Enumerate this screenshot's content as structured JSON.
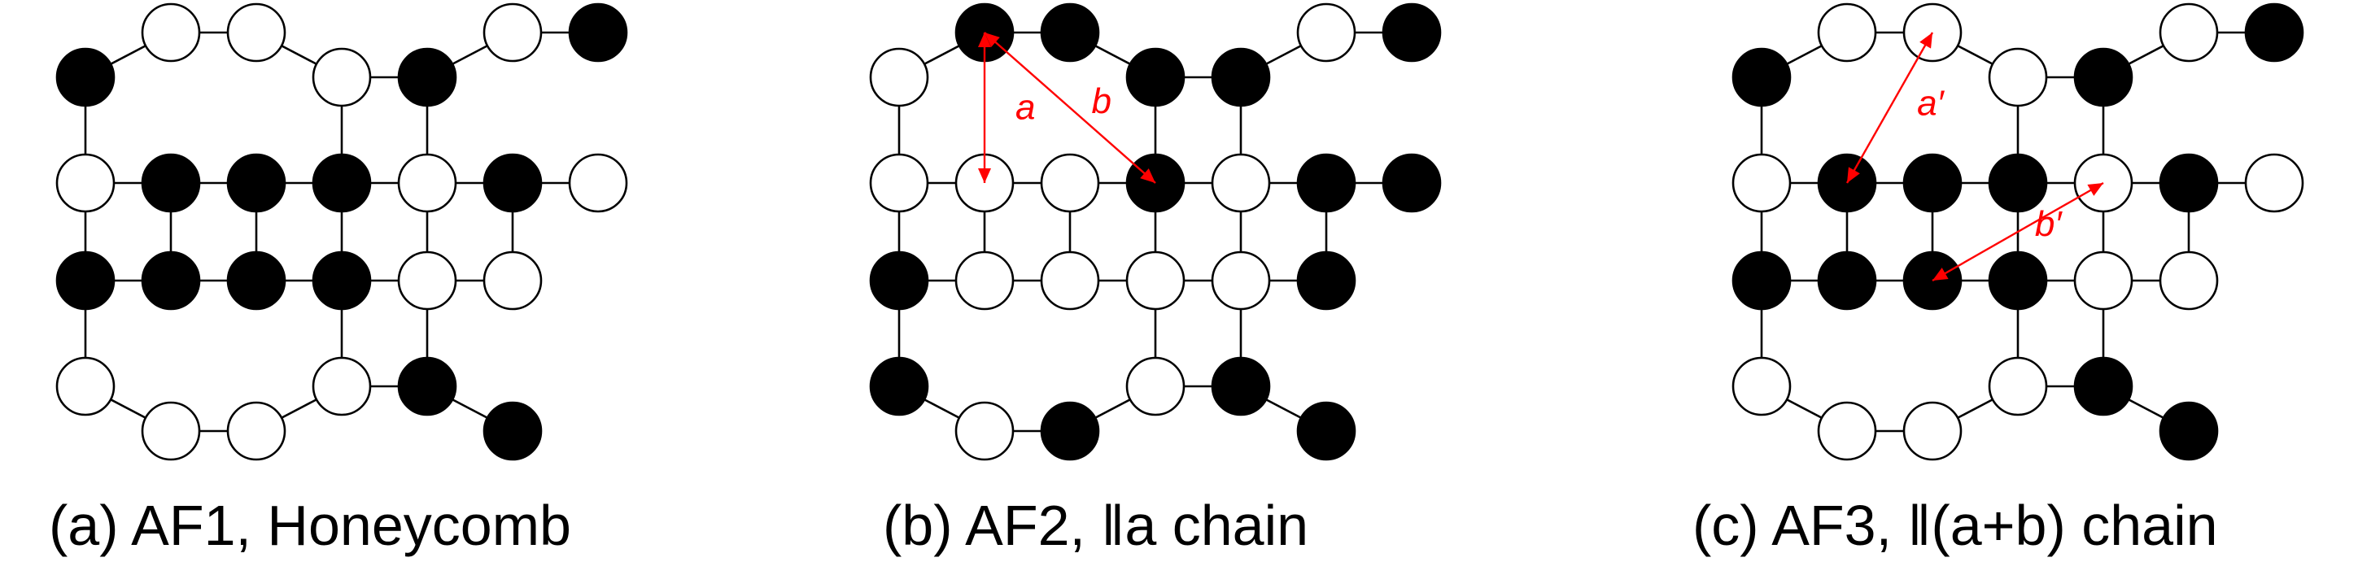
{
  "colors": {
    "up_spin": "#000000",
    "down_spin": "#ffffff",
    "bond": "#000000",
    "vector": "#ff0000"
  },
  "panels": [
    {
      "id": "a",
      "caption": "(a) AF1, Honeycomb",
      "spins": [
        1,
        0,
        1,
        0,
        0,
        1,
        1,
        0,
        0,
        1,
        1,
        0,
        0,
        1,
        1,
        0,
        1,
        0,
        0,
        1,
        0,
        1,
        0,
        1,
        1,
        0
      ]
    },
    {
      "id": "b",
      "caption": "(b) AF2, ‖a chain",
      "spins": [
        0,
        0,
        1,
        1,
        1,
        0,
        0,
        0,
        1,
        0,
        0,
        1,
        1,
        1,
        0,
        0,
        1,
        0,
        0,
        1,
        0,
        1,
        1,
        1,
        1,
        1
      ],
      "vectors": [
        {
          "label": "b",
          "from": 4,
          "to": 13
        },
        {
          "label": "a",
          "from": 4,
          "to": 5
        }
      ]
    },
    {
      "id": "c",
      "caption": "(c) AF3, ‖(a+b) chain",
      "spins": [
        1,
        0,
        1,
        0,
        0,
        1,
        1,
        0,
        0,
        1,
        1,
        0,
        0,
        1,
        1,
        0,
        1,
        0,
        0,
        1,
        0,
        1,
        0,
        1,
        1,
        0
      ],
      "vectors": [
        {
          "label": "a′",
          "from": 5,
          "to": 8
        },
        {
          "label": "b′",
          "from": 10,
          "to": 17
        }
      ]
    }
  ]
}
